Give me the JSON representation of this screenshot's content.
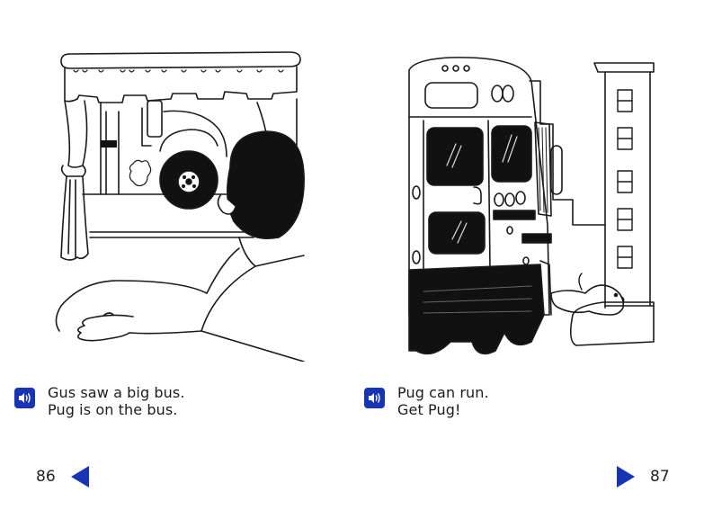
{
  "book": {
    "left_page": {
      "page_number": "86",
      "illustration": "boy-looking-out-window-at-bus",
      "caption_lines": [
        "Gus saw a big bus.",
        "Pug is on the bus."
      ],
      "audio_icon": "speaker-icon",
      "nav": {
        "icon": "previous-arrow-icon",
        "label": "Previous page"
      }
    },
    "right_page": {
      "page_number": "87",
      "illustration": "dog-jumping-off-bus",
      "caption_lines": [
        "Pug can run.",
        "Get Pug!"
      ],
      "audio_icon": "speaker-icon",
      "nav": {
        "icon": "next-arrow-icon",
        "label": "Next page"
      }
    }
  },
  "colors": {
    "accent_blue": "#1734b4",
    "text": "#1c1c1c",
    "background": "#ffffff",
    "line_art": "#1a1a1a"
  }
}
